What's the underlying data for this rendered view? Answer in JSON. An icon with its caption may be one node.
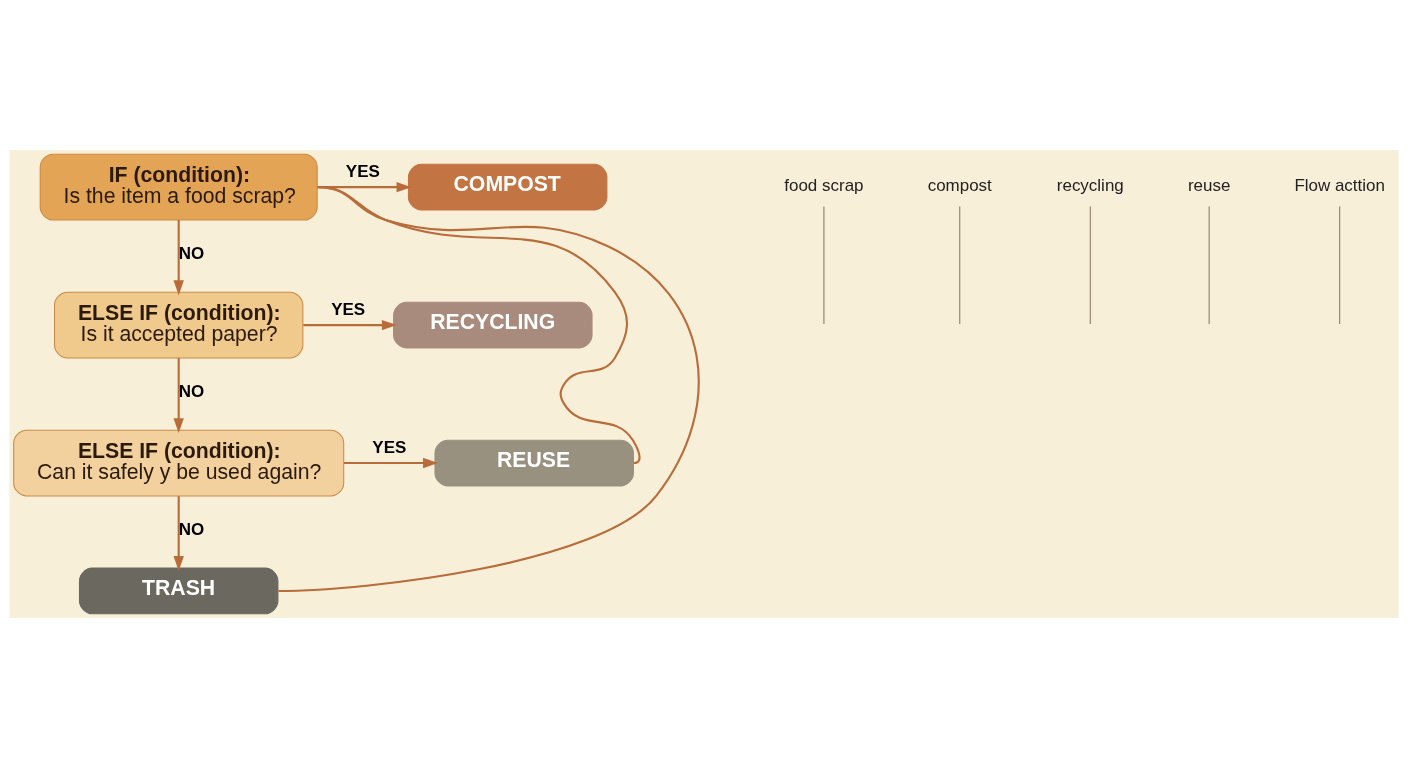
{
  "diagram": {
    "nodes": [
      {
        "text": [
          "IF (condition):",
          "Is the item a food scrap?"
        ]
      },
      {
        "text": [
          "ELSE IF (condition):",
          "Is it accepted paper?"
        ]
      },
      {
        "text": [
          "ELSE IF (condition):",
          "Can it safely y be used again?"
        ]
      },
      {
        "text": [
          "COMPOST"
        ]
      },
      {
        "text": [
          "RECYCLING"
        ]
      },
      {
        "text": [
          "REUSE"
        ]
      },
      {
        "text": [
          "TRASH"
        ]
      },
      {
        "text": [
          "food scrap"
        ]
      },
      {
        "text": [
          "compost"
        ]
      },
      {
        "text": [
          "recycling"
        ]
      },
      {
        "text": [
          "reuse"
        ]
      },
      {
        "text": [
          "Flow acttion"
        ]
      }
    ],
    "edges": [
      {
        "from": 0,
        "to": 1,
        "arrow": "to",
        "label": "NO"
      },
      {
        "from": 0,
        "to": 3,
        "arrow": "to",
        "label": "YES"
      },
      {
        "from": 1,
        "to": 2,
        "arrow": "to",
        "label": "NO"
      },
      {
        "from": 1,
        "to": 4,
        "arrow": "to",
        "label": "YES"
      },
      {
        "from": 2,
        "to": 5,
        "arrow": "to",
        "label": "YES"
      },
      {
        "from": 2,
        "to": 6,
        "arrow": "to",
        "label": "NO"
      },
      {
        "from": 0,
        "to": 5,
        "arrow": "none"
      },
      {
        "from": 0,
        "to": 6,
        "arrow": "none"
      },
      {
        "from": 7,
        "to": null,
        "arrow": "none"
      },
      {
        "from": 8,
        "to": null,
        "arrow": "none"
      },
      {
        "from": 9,
        "to": null,
        "arrow": "none"
      },
      {
        "from": 10,
        "to": null,
        "arrow": "none"
      },
      {
        "from": 11,
        "to": null,
        "arrow": "none"
      }
    ]
  }
}
